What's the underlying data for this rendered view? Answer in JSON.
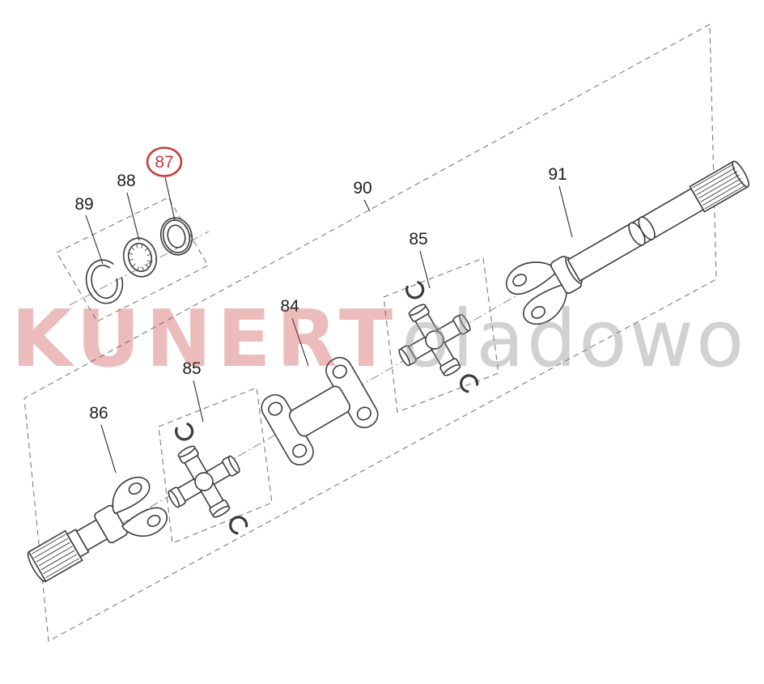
{
  "diagram": {
    "type": "exploded-parts-diagram",
    "subject": "axle shaft assembly exploded view",
    "background_color": "#ffffff",
    "line_color": "#3a3a3a",
    "boundary_color": "#7a7a7a",
    "highlight": {
      "part": "87",
      "color": "#c43b3b"
    },
    "watermark": {
      "primary": {
        "text": "KUNERT",
        "color": "#c83c3c"
      },
      "secondary": {
        "text": "oladowo",
        "color": "#9a9a9a"
      }
    },
    "callouts": [
      {
        "part": "89",
        "highlighted": false
      },
      {
        "part": "88",
        "highlighted": false
      },
      {
        "part": "87",
        "highlighted": true
      },
      {
        "part": "90",
        "highlighted": false
      },
      {
        "part": "91",
        "highlighted": false
      },
      {
        "part": "85",
        "highlighted": false
      },
      {
        "part": "84",
        "highlighted": false
      },
      {
        "part": "85",
        "highlighted": false
      },
      {
        "part": "86",
        "highlighted": false
      }
    ]
  }
}
